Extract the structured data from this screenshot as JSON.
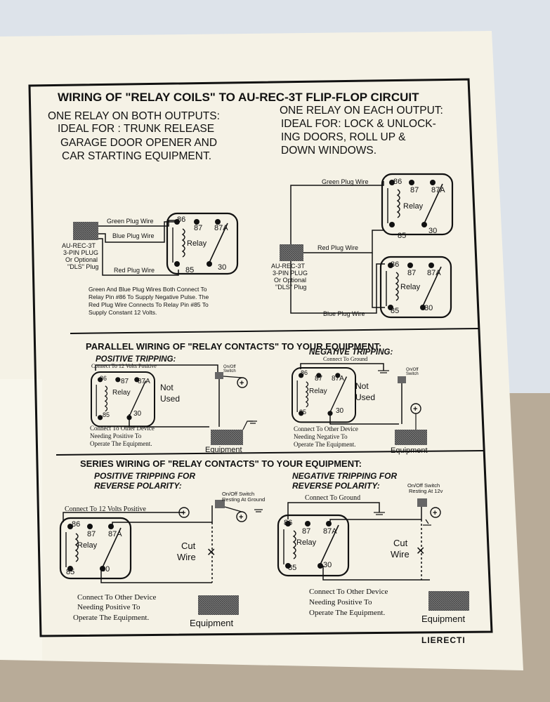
{
  "title": "WIRING OF \"RELAY COILS\" TO AU-REC-3T FLIP-FLOP CIRCUIT",
  "left_header": [
    "ONE RELAY ON BOTH OUTPUTS:",
    "IDEAL FOR : TRUNK RELEASE",
    "GARAGE DOOR OPENER AND",
    "CAR STARTING EQUIPMENT."
  ],
  "right_header": [
    "ONE  RELAY ON EACH OUTPUT:",
    "IDEAL FOR:  LOCK & UNLOCK-",
    "ING DOORS, ROLL UP &",
    "DOWN WINDOWS."
  ],
  "wires": {
    "green": "Green Plug Wire",
    "blue": "Blue Plug Wire",
    "red": "Red Plug Wire"
  },
  "plug_label": [
    "AU-REC-3T",
    "3-PIN PLUG",
    "Or Optional",
    "\"DLS\" Plug"
  ],
  "note_lines": [
    "Green And Blue Plug Wires Both Connect To",
    "Relay Pin #86 To Supply Negative Pulse. The",
    "Red Plug Wire Connects To Relay Pin #85 To",
    "Supply Constant 12 Volts."
  ],
  "relay": {
    "pin86": "86",
    "pin87": "87",
    "pin87a": "87A",
    "pin85": "85",
    "pin30": "30",
    "coil": "C O I L",
    "label": "Relay"
  },
  "parallel": {
    "title": "PARALLEL WIRING OF \"RELAY CONTACTS\" TO YOUR EQUIPMENT:",
    "positive": "POSITIVE TRIPPING:",
    "negative": "NEGATIVE TRIPPING:",
    "connect_pos": "Connect To 12 Volts Positive",
    "connect_ground": "Connect To Ground",
    "switch": [
      "On/Off",
      "Switch"
    ],
    "not_used": [
      "Not",
      "Used"
    ],
    "pos_note": [
      "Connect To Other Device",
      "Needing Positive To",
      "Operate The Equipment."
    ],
    "neg_note": [
      "Connect To Other Device",
      "Needing Negative To",
      "Operate The Equipment."
    ],
    "equipment": "Equipment"
  },
  "series": {
    "title": "SERIES WIRING OF \"RELAY CONTACTS\" TO YOUR EQUIPMENT:",
    "positive": [
      "POSITIVE TRIPPING FOR",
      "REVERSE POLARITY:"
    ],
    "negative": [
      "NEGATIVE TRIPPING  FOR",
      "REVERSE  POLARITY:"
    ],
    "switch_ground": [
      "On/Off Switch",
      "Resting At Ground"
    ],
    "switch_12v": [
      "On/Off Switch",
      "Resting At 12v"
    ],
    "connect_pos": "Connect To 12 Volts Positive",
    "connect_ground": "Connect To Ground",
    "cut_wire": [
      "Cut",
      "Wire"
    ],
    "pos_note": [
      "Connect To Other Device",
      "Needing Positive To",
      "Operate The Equipment."
    ],
    "neg_note": [
      "Connect To Other Device",
      "Needing Positive To",
      "Operate The Equipment."
    ],
    "equipment": "Equipment"
  },
  "footer": "LIERECTI",
  "plus": "+"
}
